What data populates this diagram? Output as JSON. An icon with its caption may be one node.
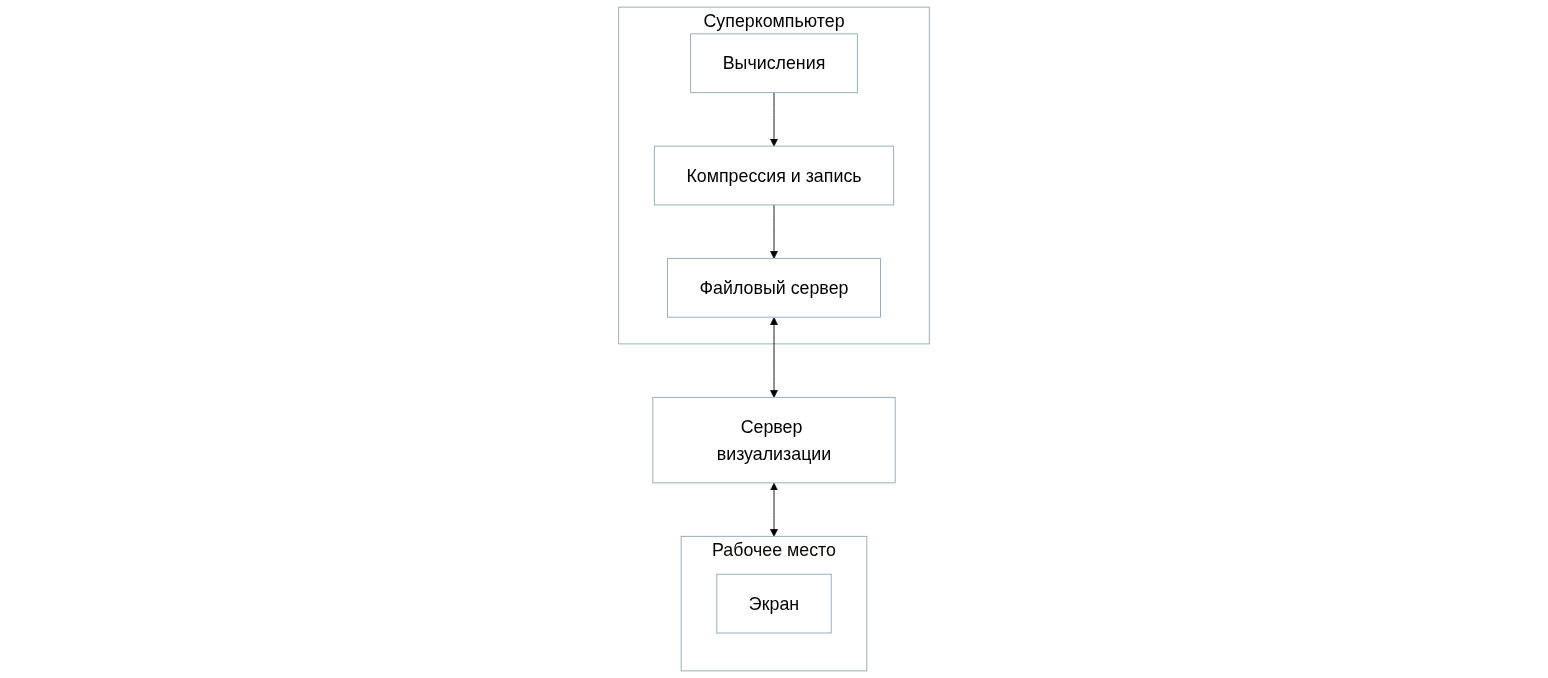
{
  "diagram": {
    "nodes": [
      {
        "text": [
          "Суперкомпьютер"
        ]
      },
      {
        "text": [
          "Вычисления"
        ],
        "in": 0
      },
      {
        "text": [
          "Компрессия и запись"
        ],
        "in": 0
      },
      {
        "text": [
          "Файловый сервер"
        ],
        "in": 0
      },
      {
        "text": [
          "Сервер визуализации"
        ]
      },
      {
        "text": [
          "Рабочее место"
        ]
      },
      {
        "text": [
          "Экран"
        ],
        "in": 5
      }
    ],
    "edges": [
      {
        "from": 1,
        "to": 2,
        "arrow": "to"
      },
      {
        "from": 2,
        "to": 3,
        "arrow": "to"
      },
      {
        "from": 3,
        "to": 4,
        "arrow": "both"
      },
      {
        "from": 4,
        "to": 5,
        "arrow": "both"
      }
    ]
  }
}
